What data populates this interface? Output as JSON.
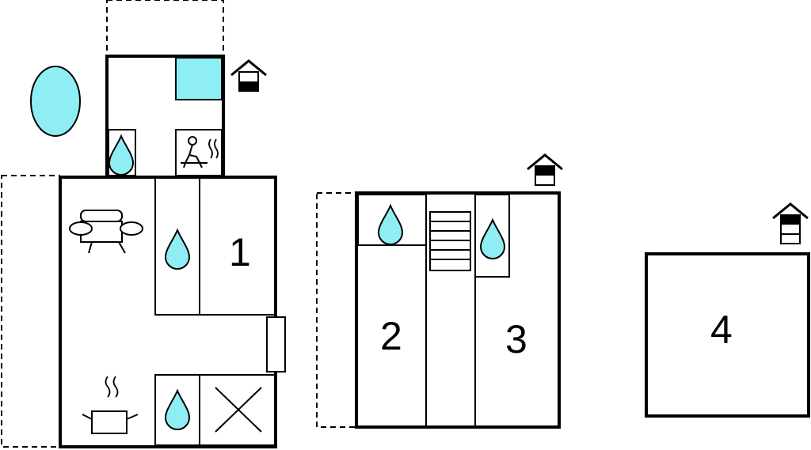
{
  "rooms": [
    {
      "label": "1"
    },
    {
      "label": "2"
    },
    {
      "label": "3"
    },
    {
      "label": "4"
    }
  ],
  "colors": {
    "water": "#8EEEF4",
    "terrace": "#BDBDBD",
    "outdoor": "#E3E3E3",
    "wall": "#000000"
  },
  "icons": [
    "drop-icon",
    "sofa-icon",
    "sauna-icon",
    "cooking-pot-icon",
    "stairs-icon",
    "house-floor-icon",
    "pool-icon",
    "window-icon"
  ]
}
